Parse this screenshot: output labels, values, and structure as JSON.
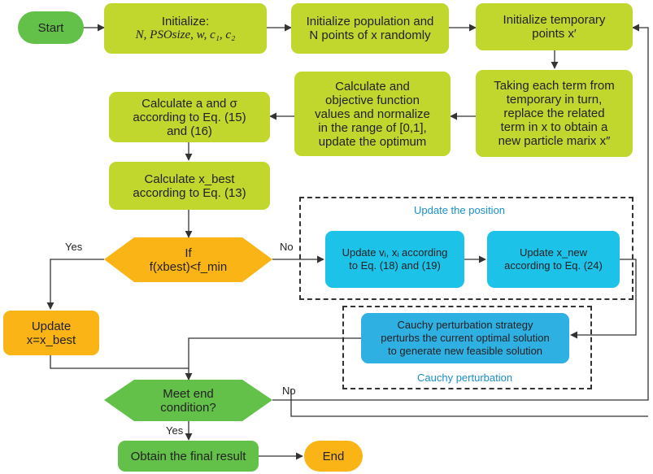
{
  "nodes": {
    "start": "Start",
    "init_params_title": "Initialize:",
    "init_params_vars": "N, PSOsize, w, c₁, c₂",
    "init_pop": "Initialize population and\nN points of x randomly",
    "init_temp": "Initialize temporary\npoints x′",
    "replace": "Taking each term from\ntemporary in turn,\nreplace the related\nterm in x to obtain a\nnew particle marix x″",
    "calc_obj": "Calculate and\nobjective function\nvalues and normalize\nin the range of [0,1],\nupdate the optimum",
    "calc_a": "Calculate a and σ\naccording to Eq. (15)\nand (16)",
    "calc_xbest": "Calculate x_best\naccording to Eq. (13)",
    "if_cond": "If\nf(xbest)<f_min",
    "update_v": "Update  vᵢ, xᵢ according\nto Eq. (18) and (19)",
    "update_xnew": "Update  x_new\naccording to Eq. (24)",
    "update_x": "Update\nx=x_best",
    "cauchy": "Cauchy perturbation strategy\nperturbs the current optimal solution\nto generate new feasible solution",
    "meet_end": "Meet end\ncondition?",
    "final": "Obtain the final result",
    "end": "End"
  },
  "labels": {
    "yes_if": "Yes",
    "no_if": "No",
    "no_end": "No",
    "yes_end": "Yes"
  },
  "groups": {
    "update_position": "Update the position",
    "cauchy_perturbation": "Cauchy perturbation"
  },
  "colors": {
    "process": "#c1d72e",
    "terminal": "#63c049",
    "decision": "#fbb416",
    "update": "#1cc2e8",
    "cauchy": "#2fb0e3",
    "end_node": "#fbb416"
  }
}
